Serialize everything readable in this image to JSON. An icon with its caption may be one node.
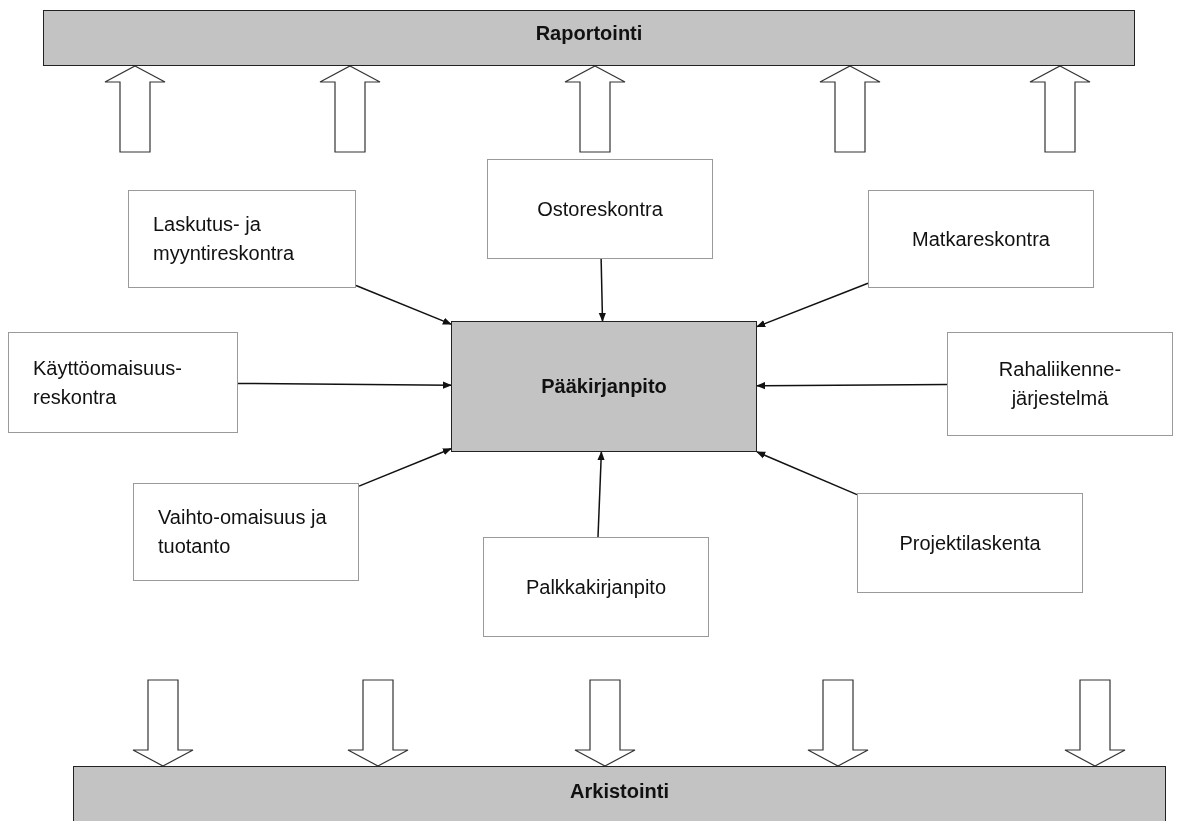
{
  "diagram": {
    "nodes": [
      {
        "text": [
          "Raportointi"
        ]
      },
      {
        "text": [
          "Laskutus- ja myyntireskontra"
        ]
      },
      {
        "text": [
          "Ostoreskontra"
        ]
      },
      {
        "text": [
          "Matkareskontra"
        ]
      },
      {
        "text": [
          "Käyttöomaisuus-reskontra"
        ]
      },
      {
        "text": [
          "Pääkirjanpito"
        ]
      },
      {
        "text": [
          "Rahaliikenne-järjestelmä"
        ]
      },
      {
        "text": [
          "Vaihto-omaisuus ja tuotanto"
        ]
      },
      {
        "text": [
          "Palkkakirjanpito"
        ]
      },
      {
        "text": [
          "Projektilaskenta"
        ]
      },
      {
        "text": [
          "Arkistointi"
        ]
      }
    ],
    "edges": [
      {
        "from": 1,
        "to": 5,
        "arrow": "to"
      },
      {
        "from": 2,
        "to": 5,
        "arrow": "to"
      },
      {
        "from": 3,
        "to": 5,
        "arrow": "to"
      },
      {
        "from": 4,
        "to": 5,
        "arrow": "to"
      },
      {
        "from": 6,
        "to": 5,
        "arrow": "to"
      },
      {
        "from": 7,
        "to": 5,
        "arrow": "to"
      },
      {
        "from": 8,
        "to": 5,
        "arrow": "to"
      },
      {
        "from": 9,
        "to": 5,
        "arrow": "to"
      },
      {
        "from": null,
        "to": 0,
        "arrow": "to",
        "style": "thick"
      },
      {
        "from": null,
        "to": 0,
        "arrow": "to",
        "style": "thick"
      },
      {
        "from": null,
        "to": 0,
        "arrow": "to",
        "style": "thick"
      },
      {
        "from": null,
        "to": 0,
        "arrow": "to",
        "style": "thick"
      },
      {
        "from": null,
        "to": 0,
        "arrow": "to",
        "style": "thick"
      },
      {
        "from": null,
        "to": 10,
        "arrow": "to",
        "style": "thick"
      },
      {
        "from": null,
        "to": 10,
        "arrow": "to",
        "style": "thick"
      },
      {
        "from": null,
        "to": 10,
        "arrow": "to",
        "style": "thick"
      },
      {
        "from": null,
        "to": 10,
        "arrow": "to",
        "style": "thick"
      },
      {
        "from": null,
        "to": 10,
        "arrow": "to",
        "style": "thick"
      }
    ]
  }
}
